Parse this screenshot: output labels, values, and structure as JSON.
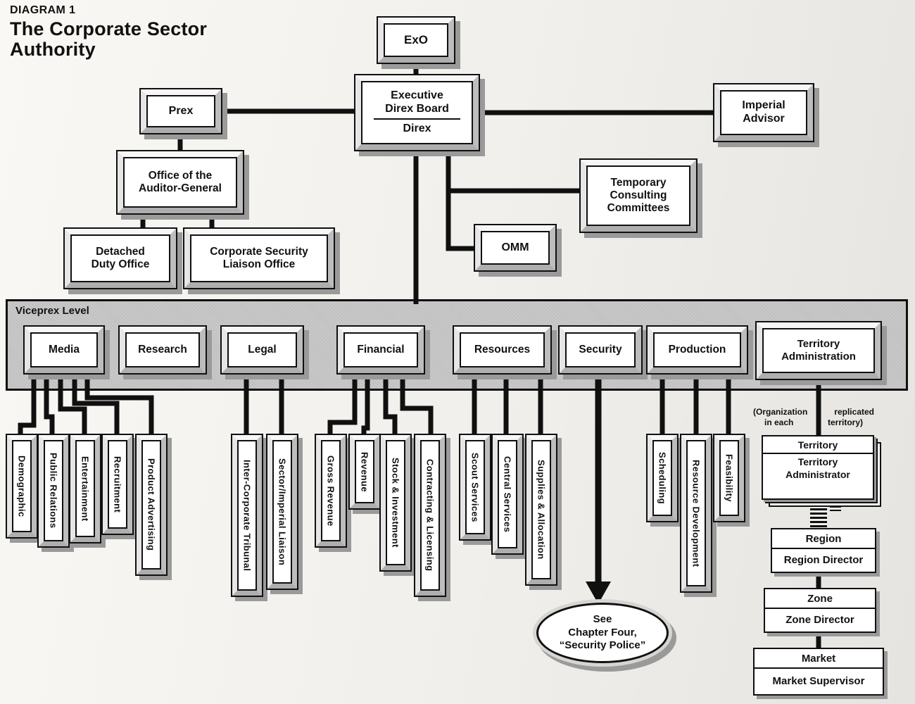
{
  "title": {
    "kicker": "DIAGRAM 1",
    "heading_line1": "The Corporate Sector",
    "heading_line2": "Authority"
  },
  "top": {
    "exo": "ExO",
    "board": {
      "line1": "Executive",
      "line2": "Direx Board",
      "sub": "Direx"
    },
    "prex": "Prex",
    "imperial_advisor": {
      "line1": "Imperial",
      "line2": "Advisor"
    },
    "auditor_general": {
      "line1": "Office of the",
      "line2": "Auditor-General"
    },
    "detached_duty": {
      "line1": "Detached",
      "line2": "Duty Office"
    },
    "corp_security_liaison": {
      "line1": "Corporate Security",
      "line2": "Liaison Office"
    },
    "temp_consulting": {
      "line1": "Temporary",
      "line2": "Consulting",
      "line3": "Committees"
    },
    "omm": "OMM"
  },
  "viceprex": {
    "band_label": "Viceprex Level",
    "media": "Media",
    "research": "Research",
    "legal": "Legal",
    "financial": "Financial",
    "resources": "Resources",
    "security": "Security",
    "production": "Production",
    "territory_admin": {
      "line1": "Territory",
      "line2": "Administration"
    }
  },
  "departments": {
    "media": [
      "Demographic",
      "Public Relations",
      "Entertainment",
      "Recruitment",
      "Product Advertising"
    ],
    "legal": [
      "Inter-Corporate Tribunal",
      "Sector/Imperial Liaison"
    ],
    "financial": [
      "Gross Revenue",
      "Revenue",
      "Stock & Investment",
      "Contracting & Licensing"
    ],
    "resources": [
      "Scout Services",
      "Central Services",
      "Supplies & Allocation"
    ],
    "production": [
      "Scheduling",
      "Resource Development",
      "Feasibility"
    ]
  },
  "security_callout": {
    "line1": "See",
    "line2": "Chapter Four,",
    "line3": "“Security Police”"
  },
  "territory": {
    "note_left1": "(Organization",
    "note_right1": "replicated",
    "note_left2": "in each",
    "note_right2": "territory)",
    "territory_box": {
      "top": "Territory",
      "bottom1": "Territory",
      "bottom2": "Administrator"
    },
    "region_box": {
      "top": "Region",
      "bottom": "Region Director"
    },
    "zone_box": {
      "top": "Zone",
      "bottom": "Zone Director"
    },
    "market_box": {
      "top": "Market",
      "bottom": "Market Supervisor"
    }
  },
  "colors": {
    "ink": "#101010",
    "band_bg": "#c9c9c9",
    "shadow": "#9a9a9a",
    "paper": "#f1efeb"
  }
}
